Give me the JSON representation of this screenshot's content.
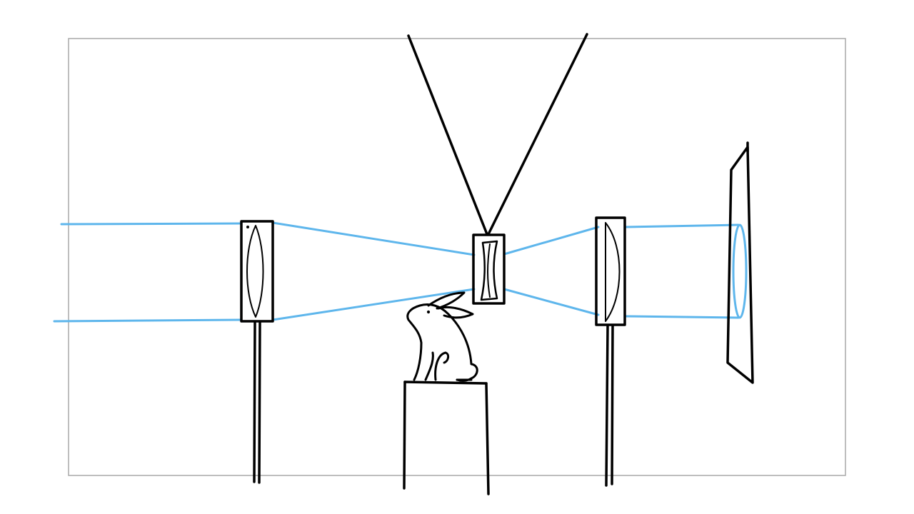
{
  "colors": {
    "background": "#ffffff",
    "frame": "#a9a9a9",
    "ink": "#000000",
    "beam": "#5eb6ec"
  },
  "diagram": {
    "description_visible_text": "",
    "elements": [
      "converging-lens-left",
      "diverging-lens-center",
      "converging-lens-right",
      "projection-screen",
      "rabbit-observer",
      "pedestal",
      "light-beam-rays"
    ]
  }
}
